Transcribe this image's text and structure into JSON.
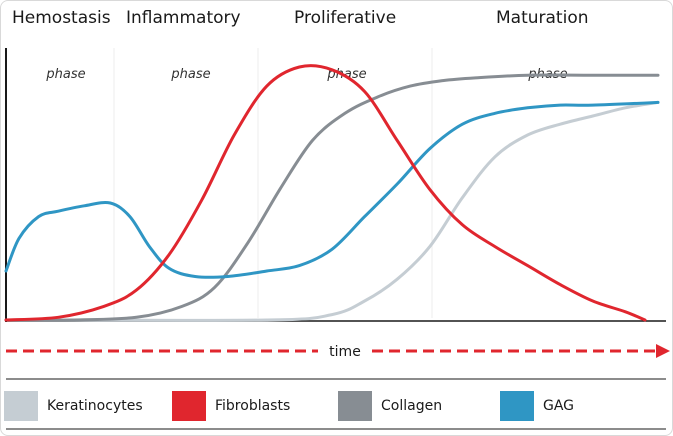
{
  "chart_data": {
    "type": "line",
    "phases": [
      {
        "title": "Hemostasis",
        "subtitle": "phase"
      },
      {
        "title": "Inflammatory",
        "subtitle": "phase"
      },
      {
        "title": "Proliferative",
        "subtitle": "phase"
      },
      {
        "title": "Maturation",
        "subtitle": "phase"
      }
    ],
    "xlabel": "time",
    "xlim": [
      0,
      100
    ],
    "ylim": [
      0,
      100
    ],
    "grid": false,
    "legend_position": "bottom",
    "series": [
      {
        "name": "Keratinocytes",
        "color": "#c5cdd3",
        "x": [
          0,
          40,
          50,
          55,
          60,
          65,
          70,
          75,
          80,
          85,
          90,
          95,
          100
        ],
        "y": [
          0,
          0,
          2,
          7,
          15,
          27,
          45,
          60,
          68,
          72,
          75,
          78,
          80
        ]
      },
      {
        "name": "Fibroblasts",
        "color": "#e0262e",
        "x": [
          0,
          8,
          15,
          20,
          25,
          30,
          35,
          40,
          45,
          50,
          55,
          60,
          65,
          70,
          75,
          80,
          85,
          90,
          95,
          98
        ],
        "y": [
          0,
          1,
          5,
          11,
          24,
          44,
          68,
          86,
          93,
          92,
          84,
          66,
          48,
          35,
          27,
          20,
          13,
          7,
          3,
          0
        ]
      },
      {
        "name": "Collagen",
        "color": "#878d93",
        "x": [
          0,
          10,
          20,
          27,
          32,
          37,
          42,
          47,
          52,
          57,
          62,
          67,
          72,
          80,
          90,
          100
        ],
        "y": [
          0,
          0,
          1,
          5,
          12,
          28,
          48,
          66,
          76,
          82,
          86,
          88,
          89,
          90,
          90,
          90
        ]
      },
      {
        "name": "GAG",
        "color": "#2f96c4",
        "x": [
          0,
          2,
          5,
          8,
          12,
          16,
          19,
          22,
          25,
          29,
          34,
          40,
          45,
          50,
          55,
          60,
          65,
          70,
          75,
          80,
          85,
          90,
          100
        ],
        "y": [
          18,
          30,
          38,
          40,
          42,
          43,
          38,
          27,
          19,
          16,
          16,
          18,
          20,
          26,
          38,
          50,
          63,
          72,
          76,
          78,
          79,
          79,
          80
        ]
      }
    ]
  }
}
